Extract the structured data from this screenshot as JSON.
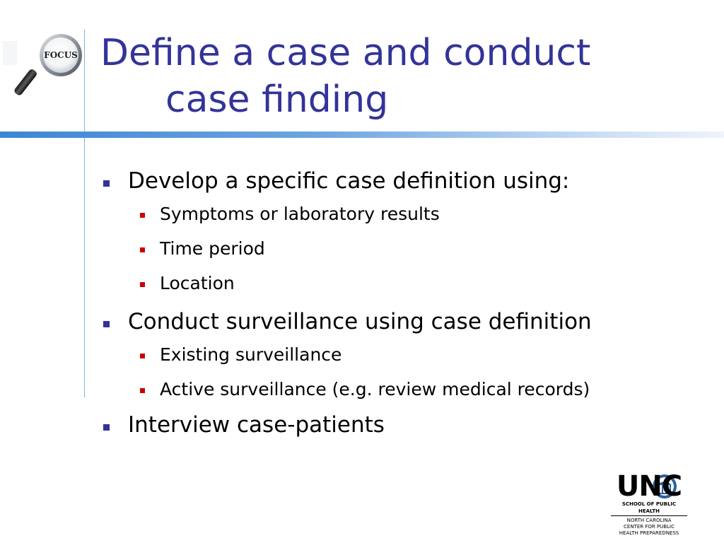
{
  "slide": {
    "title_line1": "Define a case and conduct",
    "title_line2": "case finding"
  },
  "focus_logo": {
    "label": "FOCUS"
  },
  "bullets": [
    {
      "text": "Develop a specific case definition using:",
      "sub": [
        "Symptoms or laboratory results",
        "Time period",
        "Location"
      ]
    },
    {
      "text": "Conduct surveillance using case definition",
      "sub": [
        "Existing surveillance",
        "Active surveillance (e.g. review medical records)"
      ]
    },
    {
      "text": "Interview case-patients",
      "sub": []
    }
  ],
  "unc_logo": {
    "wordmark": "UNC",
    "school": "SCHOOL OF PUBLIC HEALTH",
    "center_line1": "NORTH CAROLINA",
    "center_line2": "CENTER FOR PUBLIC",
    "center_line3": "HEALTH PREPAREDNESS"
  },
  "colors": {
    "title": "#333399",
    "l1_bullet": "#333399",
    "l2_bullet": "#cc0000",
    "accent_bar": "#3d86d4"
  }
}
